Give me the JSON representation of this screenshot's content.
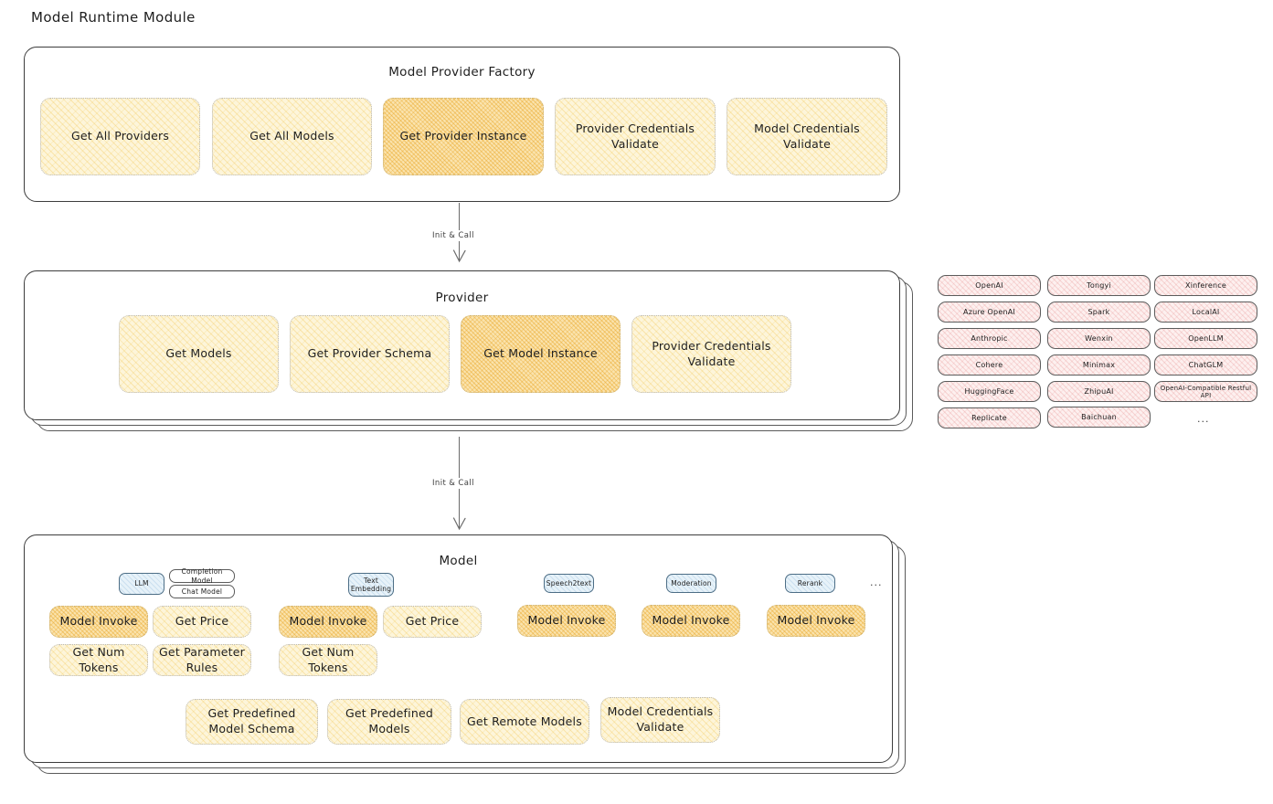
{
  "page": {
    "title": "Model Runtime Module"
  },
  "colors": {
    "accent_fill": "#fdf5da",
    "accent_highlight": "#fae3ad",
    "provider_chip": "#fdf0ef",
    "tag_blue": "#e7f2f9",
    "stroke": "#3d3d3d"
  },
  "factory": {
    "title": "Model Provider Factory",
    "methods": [
      {
        "label": "Get All Providers",
        "highlighted": false
      },
      {
        "label": "Get All Models",
        "highlighted": false
      },
      {
        "label": "Get Provider Instance",
        "highlighted": true
      },
      {
        "label": "Provider Credentials Validate",
        "highlighted": false
      },
      {
        "label": "Model Credentials Validate",
        "highlighted": false
      }
    ]
  },
  "arrows": [
    {
      "label": "Init & Call",
      "from": "Model Provider Factory",
      "to": "Provider"
    },
    {
      "label": "Init & Call",
      "from": "Provider",
      "to": "Model"
    }
  ],
  "provider": {
    "title": "Provider",
    "methods": [
      {
        "label": "Get Models",
        "highlighted": false
      },
      {
        "label": "Get Provider Schema",
        "highlighted": false
      },
      {
        "label": "Get Model Instance",
        "highlighted": true
      },
      {
        "label": "Provider Credentials Validate",
        "highlighted": false
      }
    ]
  },
  "provider_list": {
    "columns": [
      {
        "items": [
          "OpenAI",
          "Azure OpenAI",
          "Anthropic",
          "Cohere",
          "HuggingFace",
          "Replicate"
        ]
      },
      {
        "items": [
          "Tongyi",
          "Spark",
          "Wenxin",
          "Minimax",
          "ZhipuAI",
          "Baichuan"
        ]
      },
      {
        "items": [
          "Xinference",
          "LocalAI",
          "OpenLLM",
          "ChatGLM",
          "OpenAI-Compatible Restful API"
        ]
      }
    ],
    "more": "..."
  },
  "model": {
    "title": "Model",
    "more": "...",
    "types": [
      {
        "tag": "LLM",
        "tag_style": "blue",
        "subtags": [
          "Completion Model",
          "Chat Model"
        ],
        "methods": [
          {
            "label": "Model Invoke",
            "highlighted": true
          },
          {
            "label": "Get Price",
            "highlighted": false
          },
          {
            "label": "Get Num Tokens",
            "highlighted": false
          },
          {
            "label": "Get Parameter Rules",
            "highlighted": false
          }
        ]
      },
      {
        "tag": "Text Embedding",
        "tag_style": "blue",
        "subtags": [],
        "methods": [
          {
            "label": "Model Invoke",
            "highlighted": true
          },
          {
            "label": "Get Price",
            "highlighted": false
          },
          {
            "label": "Get Num Tokens",
            "highlighted": false
          }
        ]
      },
      {
        "tag": "Speech2text",
        "tag_style": "blue",
        "subtags": [],
        "methods": [
          {
            "label": "Model Invoke",
            "highlighted": true
          }
        ]
      },
      {
        "tag": "Moderation",
        "tag_style": "blue",
        "subtags": [],
        "methods": [
          {
            "label": "Model Invoke",
            "highlighted": true
          }
        ]
      },
      {
        "tag": "Rerank",
        "tag_style": "blue",
        "subtags": [],
        "methods": [
          {
            "label": "Model Invoke",
            "highlighted": true
          }
        ]
      }
    ],
    "shared_methods": [
      {
        "label": "Get Predefined Model Schema"
      },
      {
        "label": "Get Predefined Models"
      },
      {
        "label": "Get Remote Models"
      },
      {
        "label": "Model Credentials Validate"
      }
    ]
  }
}
